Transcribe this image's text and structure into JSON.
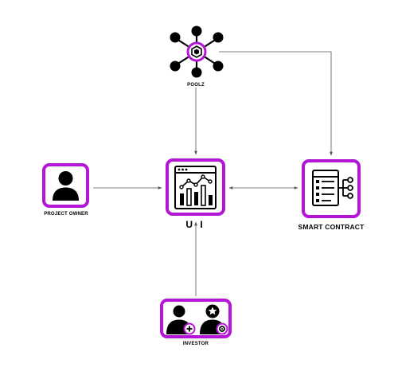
{
  "colors": {
    "accent": "#b516d6",
    "icon": "#000000",
    "connector": "#555555",
    "background": "#ffffff"
  },
  "nodes": {
    "poolz": {
      "label": "POOLZ",
      "icon": "network-hub-icon"
    },
    "project_owner": {
      "label": "PROJECT OWNER",
      "icon": "person-icon"
    },
    "ui": {
      "label": "U I",
      "icon": "dashboard-chart-icon"
    },
    "smart_contract": {
      "label": "SMART CONTRACT",
      "icon": "contract-document-icon"
    },
    "investor": {
      "label": "INVESTOR",
      "icon": "investor-group-icon"
    }
  }
}
